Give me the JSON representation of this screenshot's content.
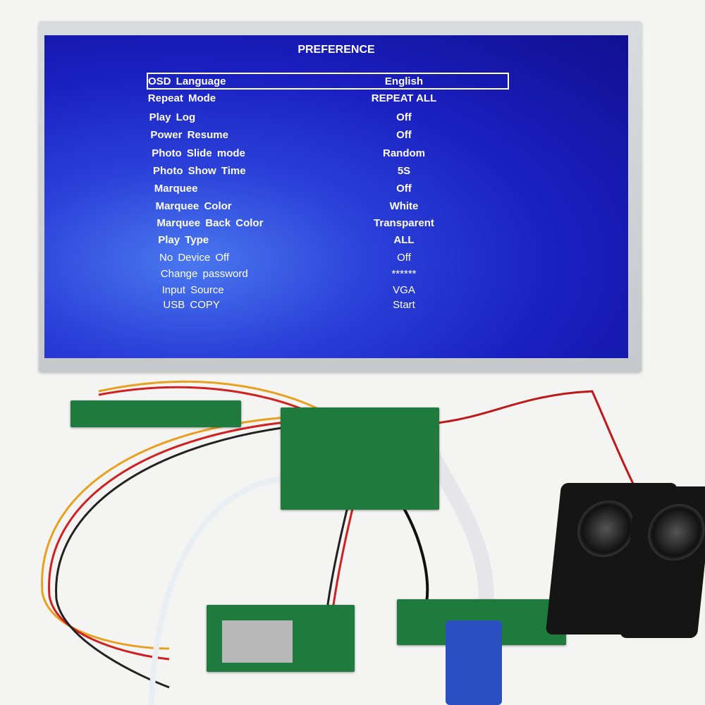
{
  "osd": {
    "title": "PREFERENCE",
    "rows": [
      {
        "label": "OSD Language",
        "value": "English",
        "selected": true
      },
      {
        "label": "Repeat Mode",
        "value": "REPEAT ALL"
      },
      {
        "label": "Play Log",
        "value": "Off"
      },
      {
        "label": "Power Resume",
        "value": "Off"
      },
      {
        "label": "Photo Slide mode",
        "value": "Random"
      },
      {
        "label": "Photo Show Time",
        "value": "5S"
      },
      {
        "label": "Marquee",
        "value": "Off"
      },
      {
        "label": "Marquee Color",
        "value": "White"
      },
      {
        "label": "Marquee Back Color",
        "value": "Transparent"
      },
      {
        "label": "Play Type",
        "value": "ALL"
      },
      {
        "label": "No Device Off",
        "value": "Off"
      },
      {
        "label": "Change password",
        "value": "******"
      },
      {
        "label": "Input Source",
        "value": "VGA"
      },
      {
        "label": "USB COPY",
        "value": "Start"
      }
    ]
  },
  "colors": {
    "screen_blue": "#1a1fc0",
    "pcb_green": "#1f7a3e",
    "vga_blue": "#2a4fc0"
  }
}
